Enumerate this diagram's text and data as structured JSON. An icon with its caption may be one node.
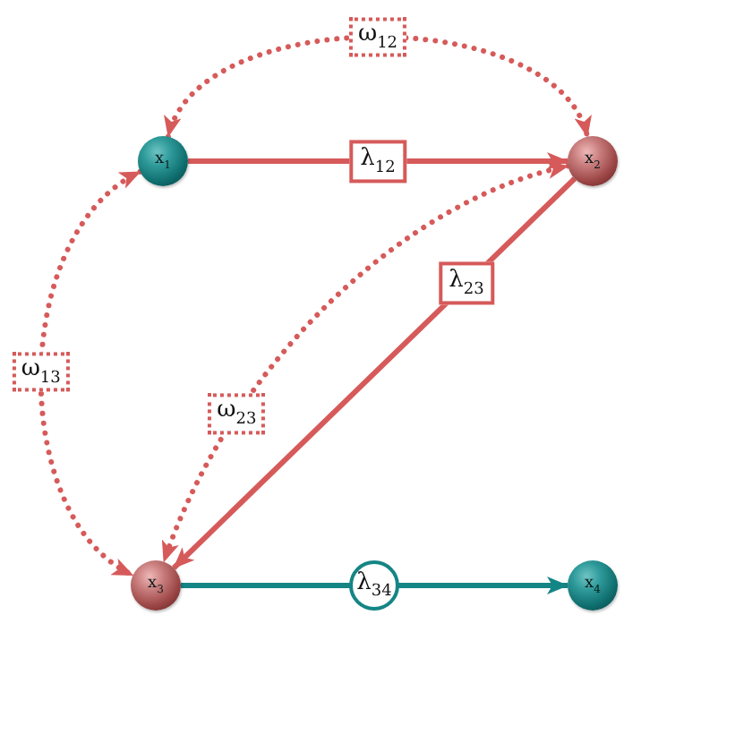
{
  "diagram": {
    "nodes": [
      {
        "text": [
          "x$_{1}$"
        ]
      },
      {
        "text": [
          "x$_{2}$"
        ]
      },
      {
        "text": [
          "x$_{3}$"
        ]
      },
      {
        "text": [
          "x$_{4}$"
        ]
      }
    ],
    "edges": [
      {
        "from": 0,
        "to": 1,
        "arrow": "both",
        "label": "ω$_{12}$",
        "style": "dashed"
      },
      {
        "from": 0,
        "to": 1,
        "arrow": "to",
        "label": "λ$_{12}$"
      },
      {
        "from": 1,
        "to": 2,
        "arrow": "to",
        "label": "λ$_{23}$"
      },
      {
        "from": 0,
        "to": 2,
        "arrow": "both",
        "label": "ω$_{13}$",
        "style": "dashed"
      },
      {
        "from": 1,
        "to": 2,
        "arrow": "both",
        "label": "ω$_{23}$",
        "style": "dashed"
      },
      {
        "from": 2,
        "to": 3,
        "arrow": "to",
        "label": "λ$_{34}$",
        "color": "#148585"
      }
    ]
  }
}
